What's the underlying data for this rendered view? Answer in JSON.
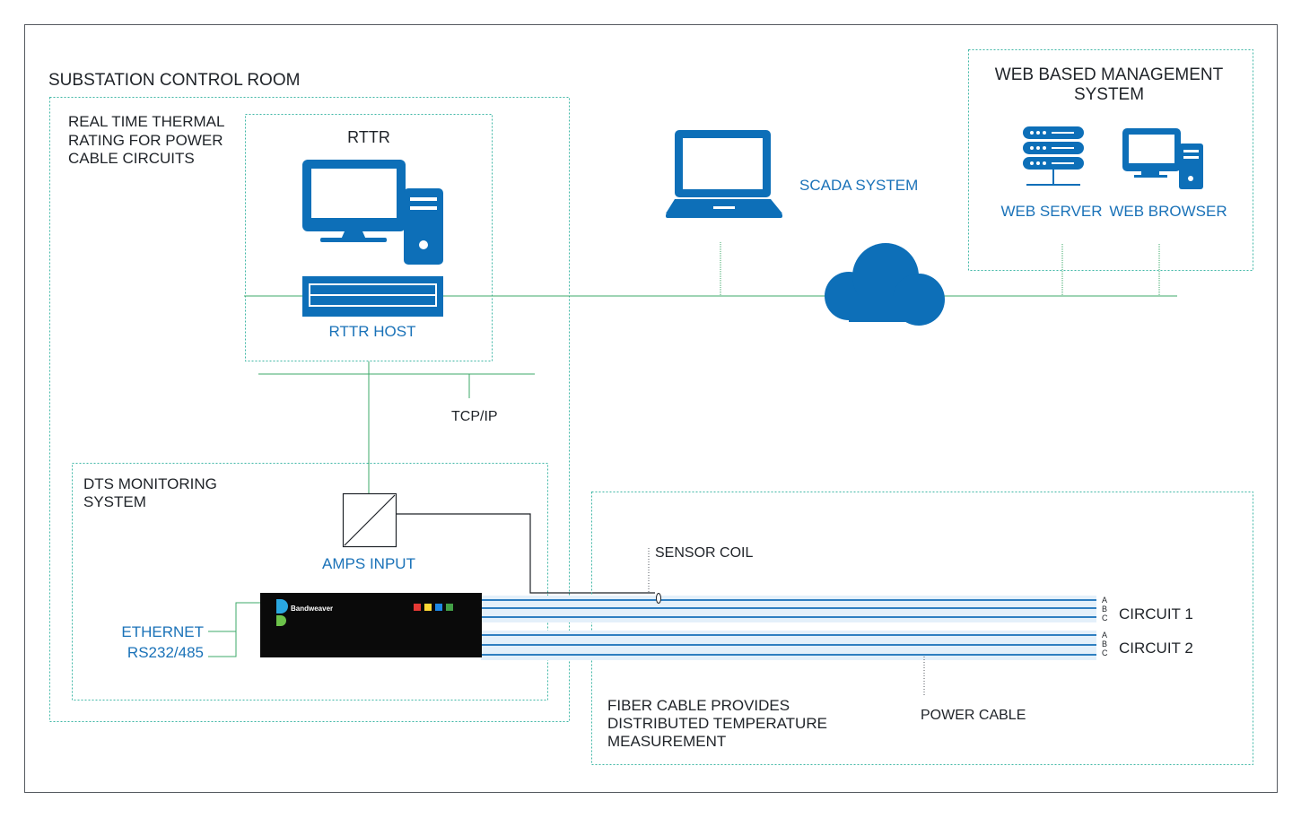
{
  "control_room": {
    "title": "SUBSTATION CONTROL ROOM",
    "rttr_description": [
      "REAL TIME THERMAL",
      "RATING FOR POWER",
      "CABLE CIRCUITS"
    ],
    "rttr_title": "RTTR",
    "rttr_host_label": "RTTR HOST",
    "tcpip_label": "TCP/IP"
  },
  "dts": {
    "title": [
      "DTS MONITORING",
      "SYSTEM"
    ],
    "amps_input_label": "AMPS INPUT",
    "ethernet_label": "ETHERNET",
    "serial_label": "RS232/485",
    "device_brand": "Bandweaver",
    "led_colors": [
      "#e53935",
      "#fdd835",
      "#1e88e5",
      "#43a047"
    ]
  },
  "scada": {
    "label": "SCADA SYSTEM"
  },
  "web_management": {
    "title": [
      "WEB BASED MANAGEMENT",
      "SYSTEM"
    ],
    "server_label": "WEB SERVER",
    "browser_label": "WEB BROWSER"
  },
  "field": {
    "sensor_coil_label": "SENSOR COIL",
    "circuit_1_label": "CIRCUIT 1",
    "circuit_2_label": "CIRCUIT 2",
    "phase_labels": [
      "A",
      "B",
      "C"
    ],
    "fiber_note": [
      "FIBER CABLE PROVIDES",
      "DISTRIBUTED TEMPERATURE",
      "MEASUREMENT"
    ],
    "power_cable_label": "POWER CABLE"
  },
  "colors": {
    "accent_blue": "#0d6fb8",
    "label_blue": "#1a72b8",
    "network_green": "#3daa6a",
    "frame_teal": "#3fb7a6",
    "cable_blue": "#2f7fc1",
    "cable_band": "#e4f0fa"
  }
}
